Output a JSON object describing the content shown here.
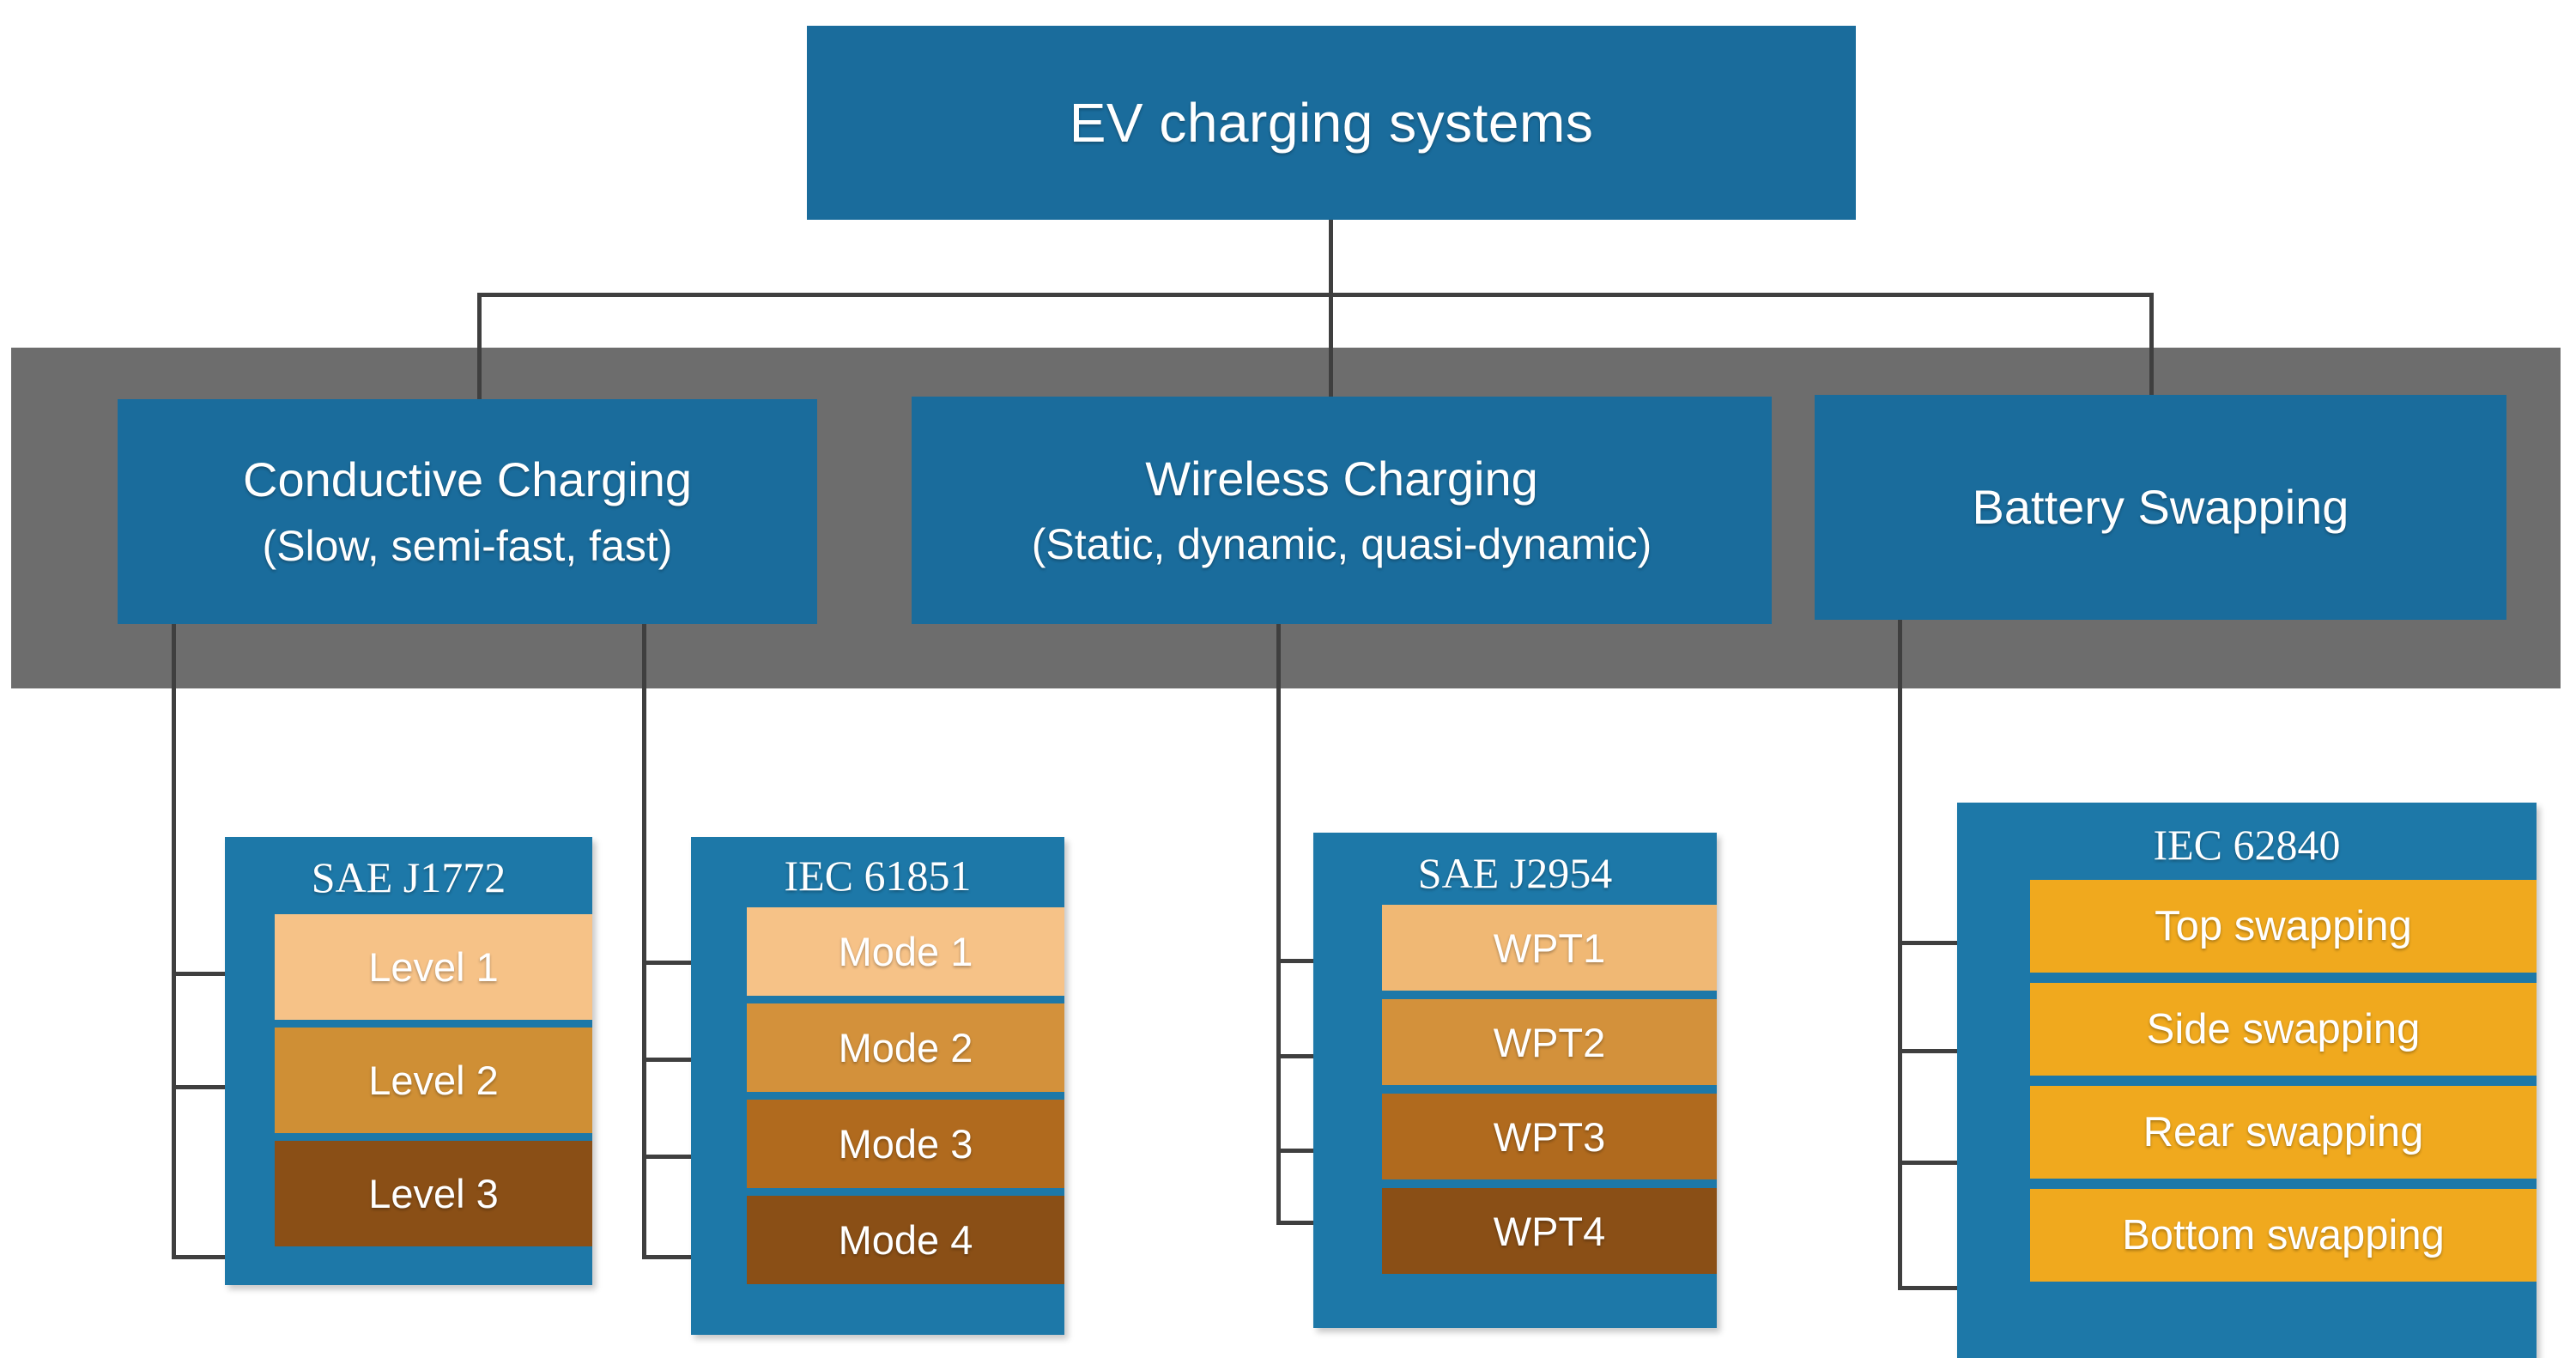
{
  "diagram": {
    "title": "EV charging systems",
    "root": {
      "label": "EV charging systems"
    },
    "branches": [
      {
        "id": "conductive",
        "label": "Conductive Charging",
        "sublabel": "(Slow, semi-fast, fast)"
      },
      {
        "id": "wireless",
        "label": "Wireless Charging",
        "sublabel": "(Static, dynamic, quasi-dynamic)"
      },
      {
        "id": "battery-swapping",
        "label": "Battery Swapping",
        "sublabel": ""
      }
    ],
    "standards": [
      {
        "id": "sae-j1772",
        "title": "SAE J1772",
        "parent": "conductive",
        "items": [
          {
            "label": "Level 1",
            "color": "#f6c287"
          },
          {
            "label": "Level 2",
            "color": "#cf8f35"
          },
          {
            "label": "Level 3",
            "color": "#8a4f16"
          }
        ]
      },
      {
        "id": "iec-61851",
        "title": "IEC 61851",
        "parent": "conductive",
        "items": [
          {
            "label": "Mode 1",
            "color": "#f6c287"
          },
          {
            "label": "Mode 2",
            "color": "#d3913b"
          },
          {
            "label": "Mode 3",
            "color": "#b06a1e"
          },
          {
            "label": "Mode 4",
            "color": "#8a4f16"
          }
        ]
      },
      {
        "id": "sae-j2954",
        "title": "SAE J2954",
        "parent": "wireless",
        "items": [
          {
            "label": "WPT1",
            "color": "#f0b874"
          },
          {
            "label": "WPT2",
            "color": "#d3913b"
          },
          {
            "label": "WPT3",
            "color": "#b06a1e"
          },
          {
            "label": "WPT4",
            "color": "#8a4f16"
          }
        ]
      },
      {
        "id": "iec-62840",
        "title": "IEC 62840",
        "parent": "battery-swapping",
        "items": [
          {
            "label": "Top swapping",
            "color": "#f0a91e"
          },
          {
            "label": "Side swapping",
            "color": "#f0a91e"
          },
          {
            "label": "Rear swapping",
            "color": "#f0a91e"
          },
          {
            "label": "Bottom swapping",
            "color": "#f0a91e"
          }
        ]
      }
    ],
    "colors": {
      "background": "#ffffff",
      "band": "#6d6d6d",
      "node_blue": "#1a6c9c",
      "card_blue": "#1d78a8",
      "connector": "#3f3f3f",
      "text_on_node": "#ffffff"
    }
  }
}
